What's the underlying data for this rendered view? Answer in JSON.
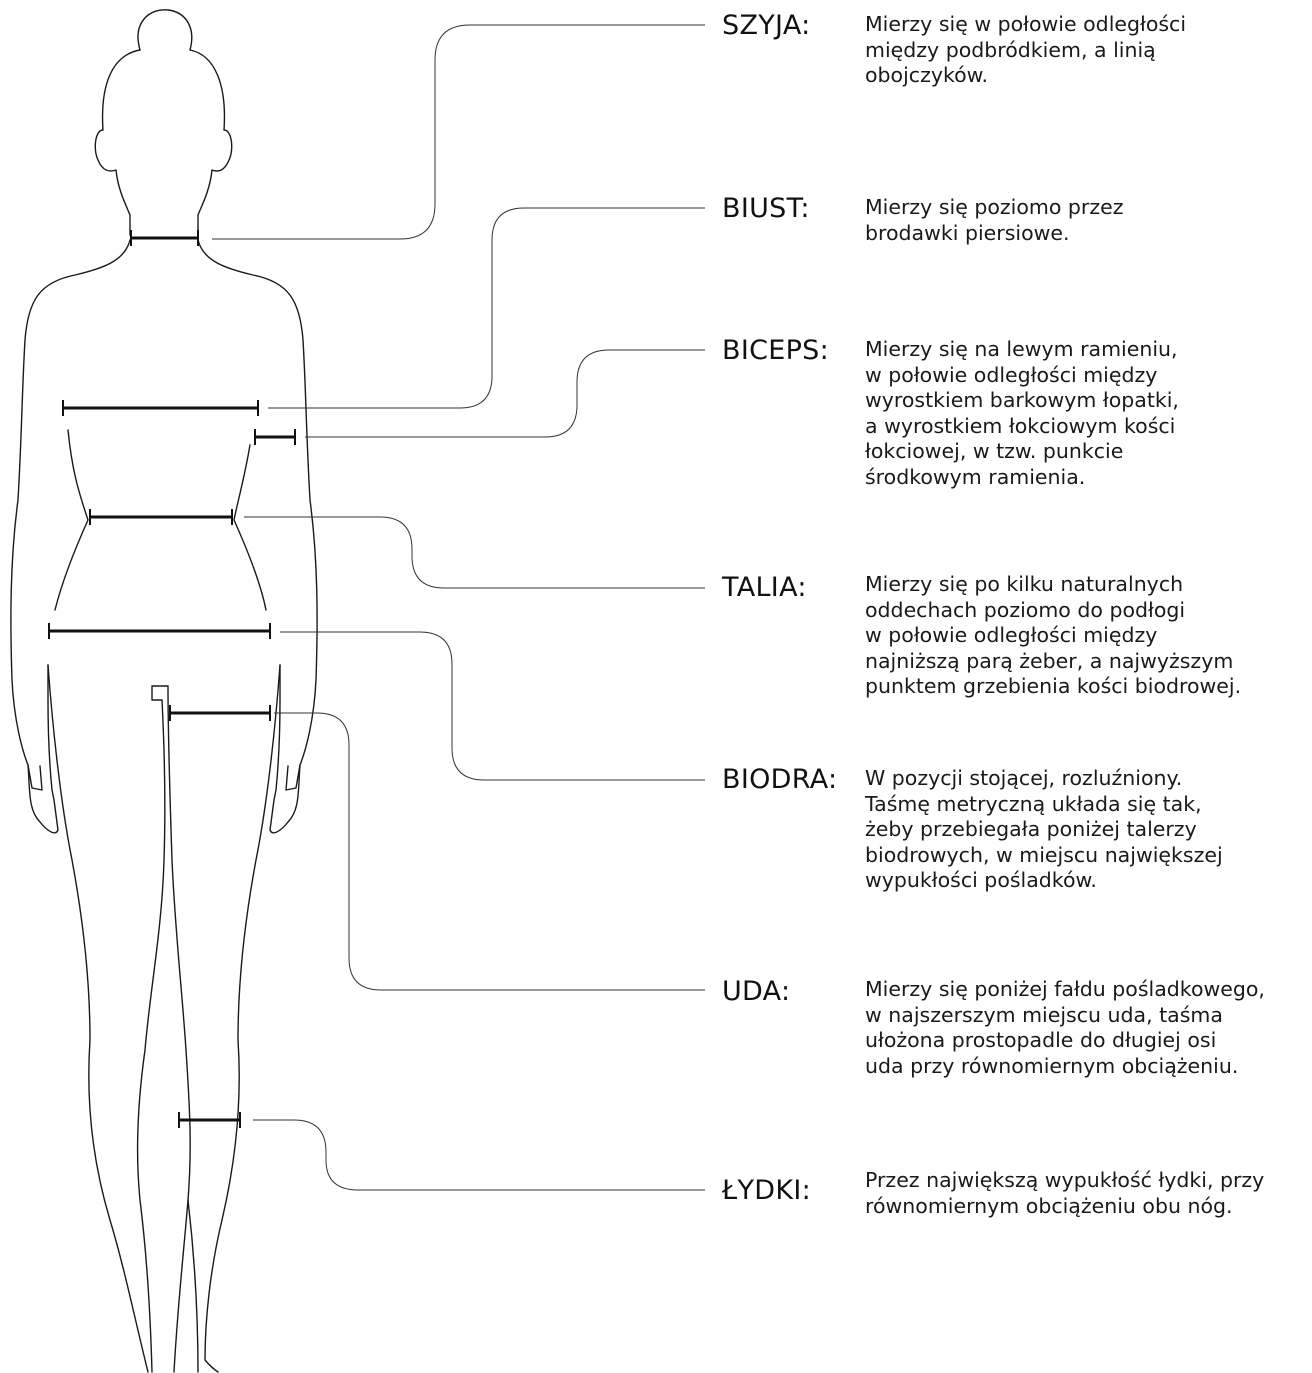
{
  "measurements": [
    {
      "id": "szyja",
      "label": "SZYJA:",
      "description": "Mierzy się w połowie odległości\nmiędzy podbródkiem, a linią\nobojczyków."
    },
    {
      "id": "biust",
      "label": "BIUST:",
      "description": "Mierzy się poziomo przez\nbrodawki piersiowe."
    },
    {
      "id": "biceps",
      "label": "BICEPS:",
      "description": "Mierzy się na lewym ramieniu,\nw połowie odległości między\nwyrostkiem barkowym łopatki,\na wyrostkiem łokciowym kości\nłokciowej, w tzw. punkcie\nśrodkowym ramienia."
    },
    {
      "id": "talia",
      "label": "TALIA:",
      "description": "Mierzy się po kilku naturalnych\noddechach poziomo do podłogi\nw połowie odległości między\nnajniższą parą żeber, a najwyższym\npunktem grzebienia kości biodrowej."
    },
    {
      "id": "biodra",
      "label": "BIODRA:",
      "description": "W pozycji stojącej, rozluźniony.\nTaśmę metryczną układa się tak,\nżeby przebiegała poniżej talerzy\nbiodrowych, w miejscu największej\nwypukłości pośladków."
    },
    {
      "id": "uda",
      "label": "UDA:",
      "description": "Mierzy się poniżej fałdu pośladkowego,\nw najszerszym miejscu uda, taśma\nułożona prostopadle do długiej osi\nuda przy równomiernym obciążeniu."
    },
    {
      "id": "lydki",
      "label": "ŁYDKI:",
      "description": "Przez największą wypukłość łydki, przy\nrównomiernym obciążeniu obu nóg."
    }
  ],
  "colors": {
    "outline": "#1a1a1a",
    "measure_bar": "#111111",
    "leader_line": "#333333"
  }
}
